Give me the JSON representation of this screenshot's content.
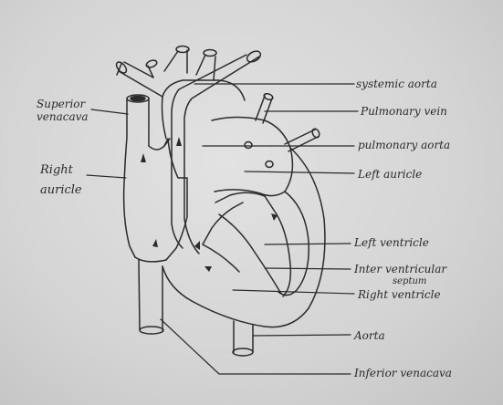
{
  "labels": {
    "superior_venacava": "Superior\nvenacava",
    "right_auricle": "Right\nauricle",
    "systemic_aorta": "systemic aorta",
    "pulmonary_vein": "Pulmonary vein",
    "pulmonary_aorta": "pulmonary aorta",
    "left_auricle": "Left auricle",
    "left_ventricle": "Left ventricle",
    "interventricular": "Inter ventricular",
    "septum": "septum",
    "right_ventricle": "Right ventricle",
    "aorta": "Aorta",
    "inferior_venacava": "Inferior venacava"
  },
  "colors": {
    "paper": "#d6d6d6",
    "ink": "#2a2a2a"
  }
}
